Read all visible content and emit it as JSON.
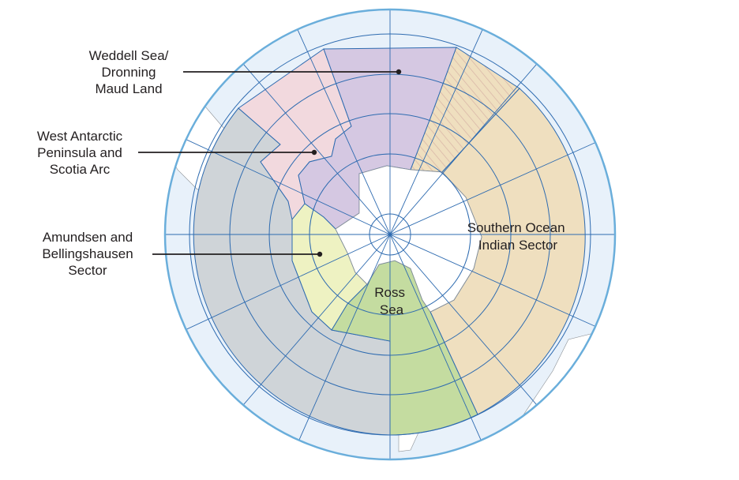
{
  "colors": {
    "ocean_outer": "#e8f1fa",
    "circle_border": "#6aaedb",
    "graticule": "#2e6bb0",
    "land": "#ffffff",
    "weddell": "#d5c8e2",
    "peninsula": "#f2d9de",
    "amundsen": "#eef2c2",
    "ross": "#c4dca0",
    "indian": "#efdfbf",
    "pacific_grey": "#cfd4d8",
    "hatch": "#d9b8a8"
  },
  "callouts": {
    "weddell": {
      "lines": [
        "Weddell Sea/",
        "Dronning",
        "Maud Land"
      ]
    },
    "peninsula": {
      "lines": [
        "West Antarctic",
        "Peninsula and",
        "Scotia Arc"
      ]
    },
    "amundsen": {
      "lines": [
        "Amundsen and",
        "Bellingshausen",
        "Sector"
      ]
    }
  },
  "region_labels": {
    "indian": {
      "lines": [
        "Southern Ocean",
        "Indian Sector"
      ]
    },
    "ross": {
      "lines": [
        "Ross",
        "Sea"
      ]
    }
  }
}
